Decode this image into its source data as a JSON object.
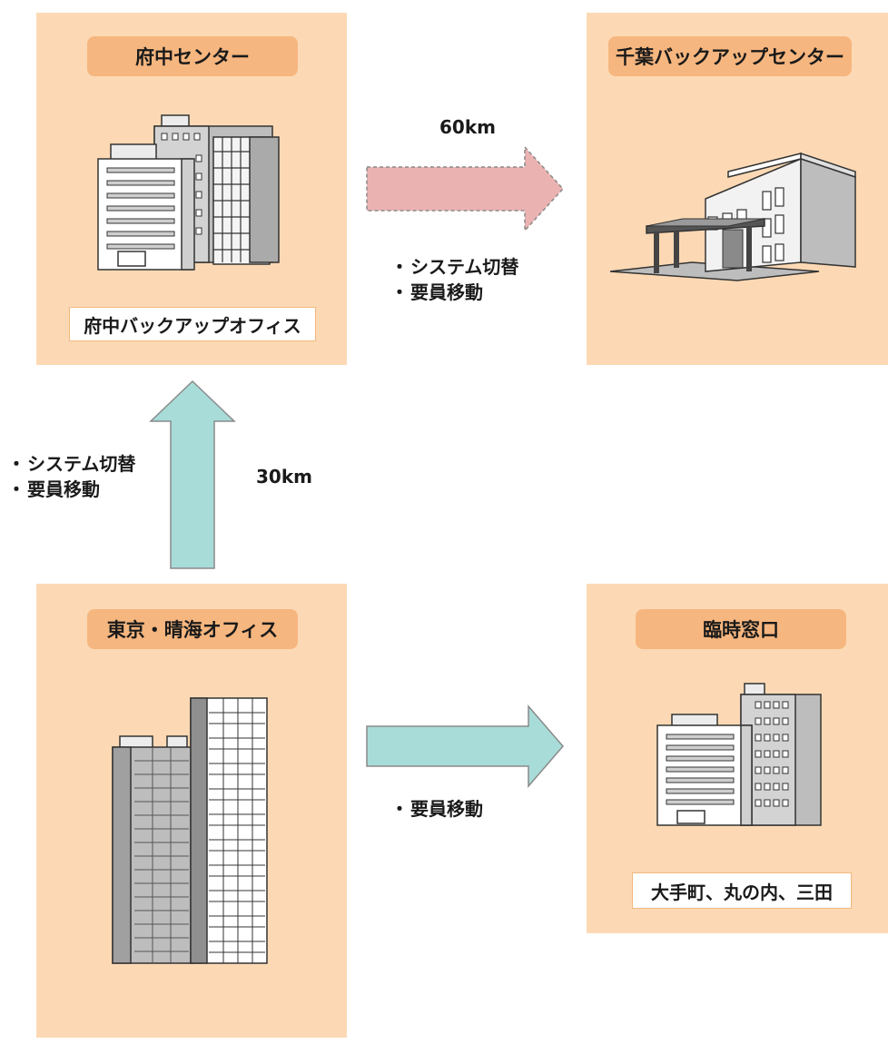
{
  "colors": {
    "panel": "#fcd9b4",
    "pill": "#f6b67f",
    "arrow_teal": "#a8dcd9",
    "arrow_pink": "#ebb2b2",
    "arrow_border": "#8a8a8a"
  },
  "nodes": {
    "fuchu": {
      "title": "府中センター",
      "sublabel": "府中バックアップオフィス",
      "icon": "office-building-icon"
    },
    "chiba": {
      "title": "千葉バックアップセンター",
      "icon": "data-center-building-icon"
    },
    "harumi": {
      "title": "東京・晴海オフィス",
      "icon": "highrise-building-icon"
    },
    "temp": {
      "title": "臨時窓口",
      "sublabel": "大手町、丸の内、三田",
      "icon": "office-building-icon"
    }
  },
  "edges": {
    "fuchu_to_chiba": {
      "distance": "60km",
      "style": "dashed",
      "items": [
        {
          "bullet": "・",
          "text": "システム切替"
        },
        {
          "bullet": "・",
          "text": "要員移動"
        }
      ]
    },
    "harumi_to_fuchu": {
      "distance": "30km",
      "items": [
        {
          "bullet": "・",
          "text": "システム切替"
        },
        {
          "bullet": "・",
          "text": "要員移動"
        }
      ]
    },
    "harumi_to_temp": {
      "items": [
        {
          "bullet": "・",
          "text": "要員移動"
        }
      ]
    }
  }
}
